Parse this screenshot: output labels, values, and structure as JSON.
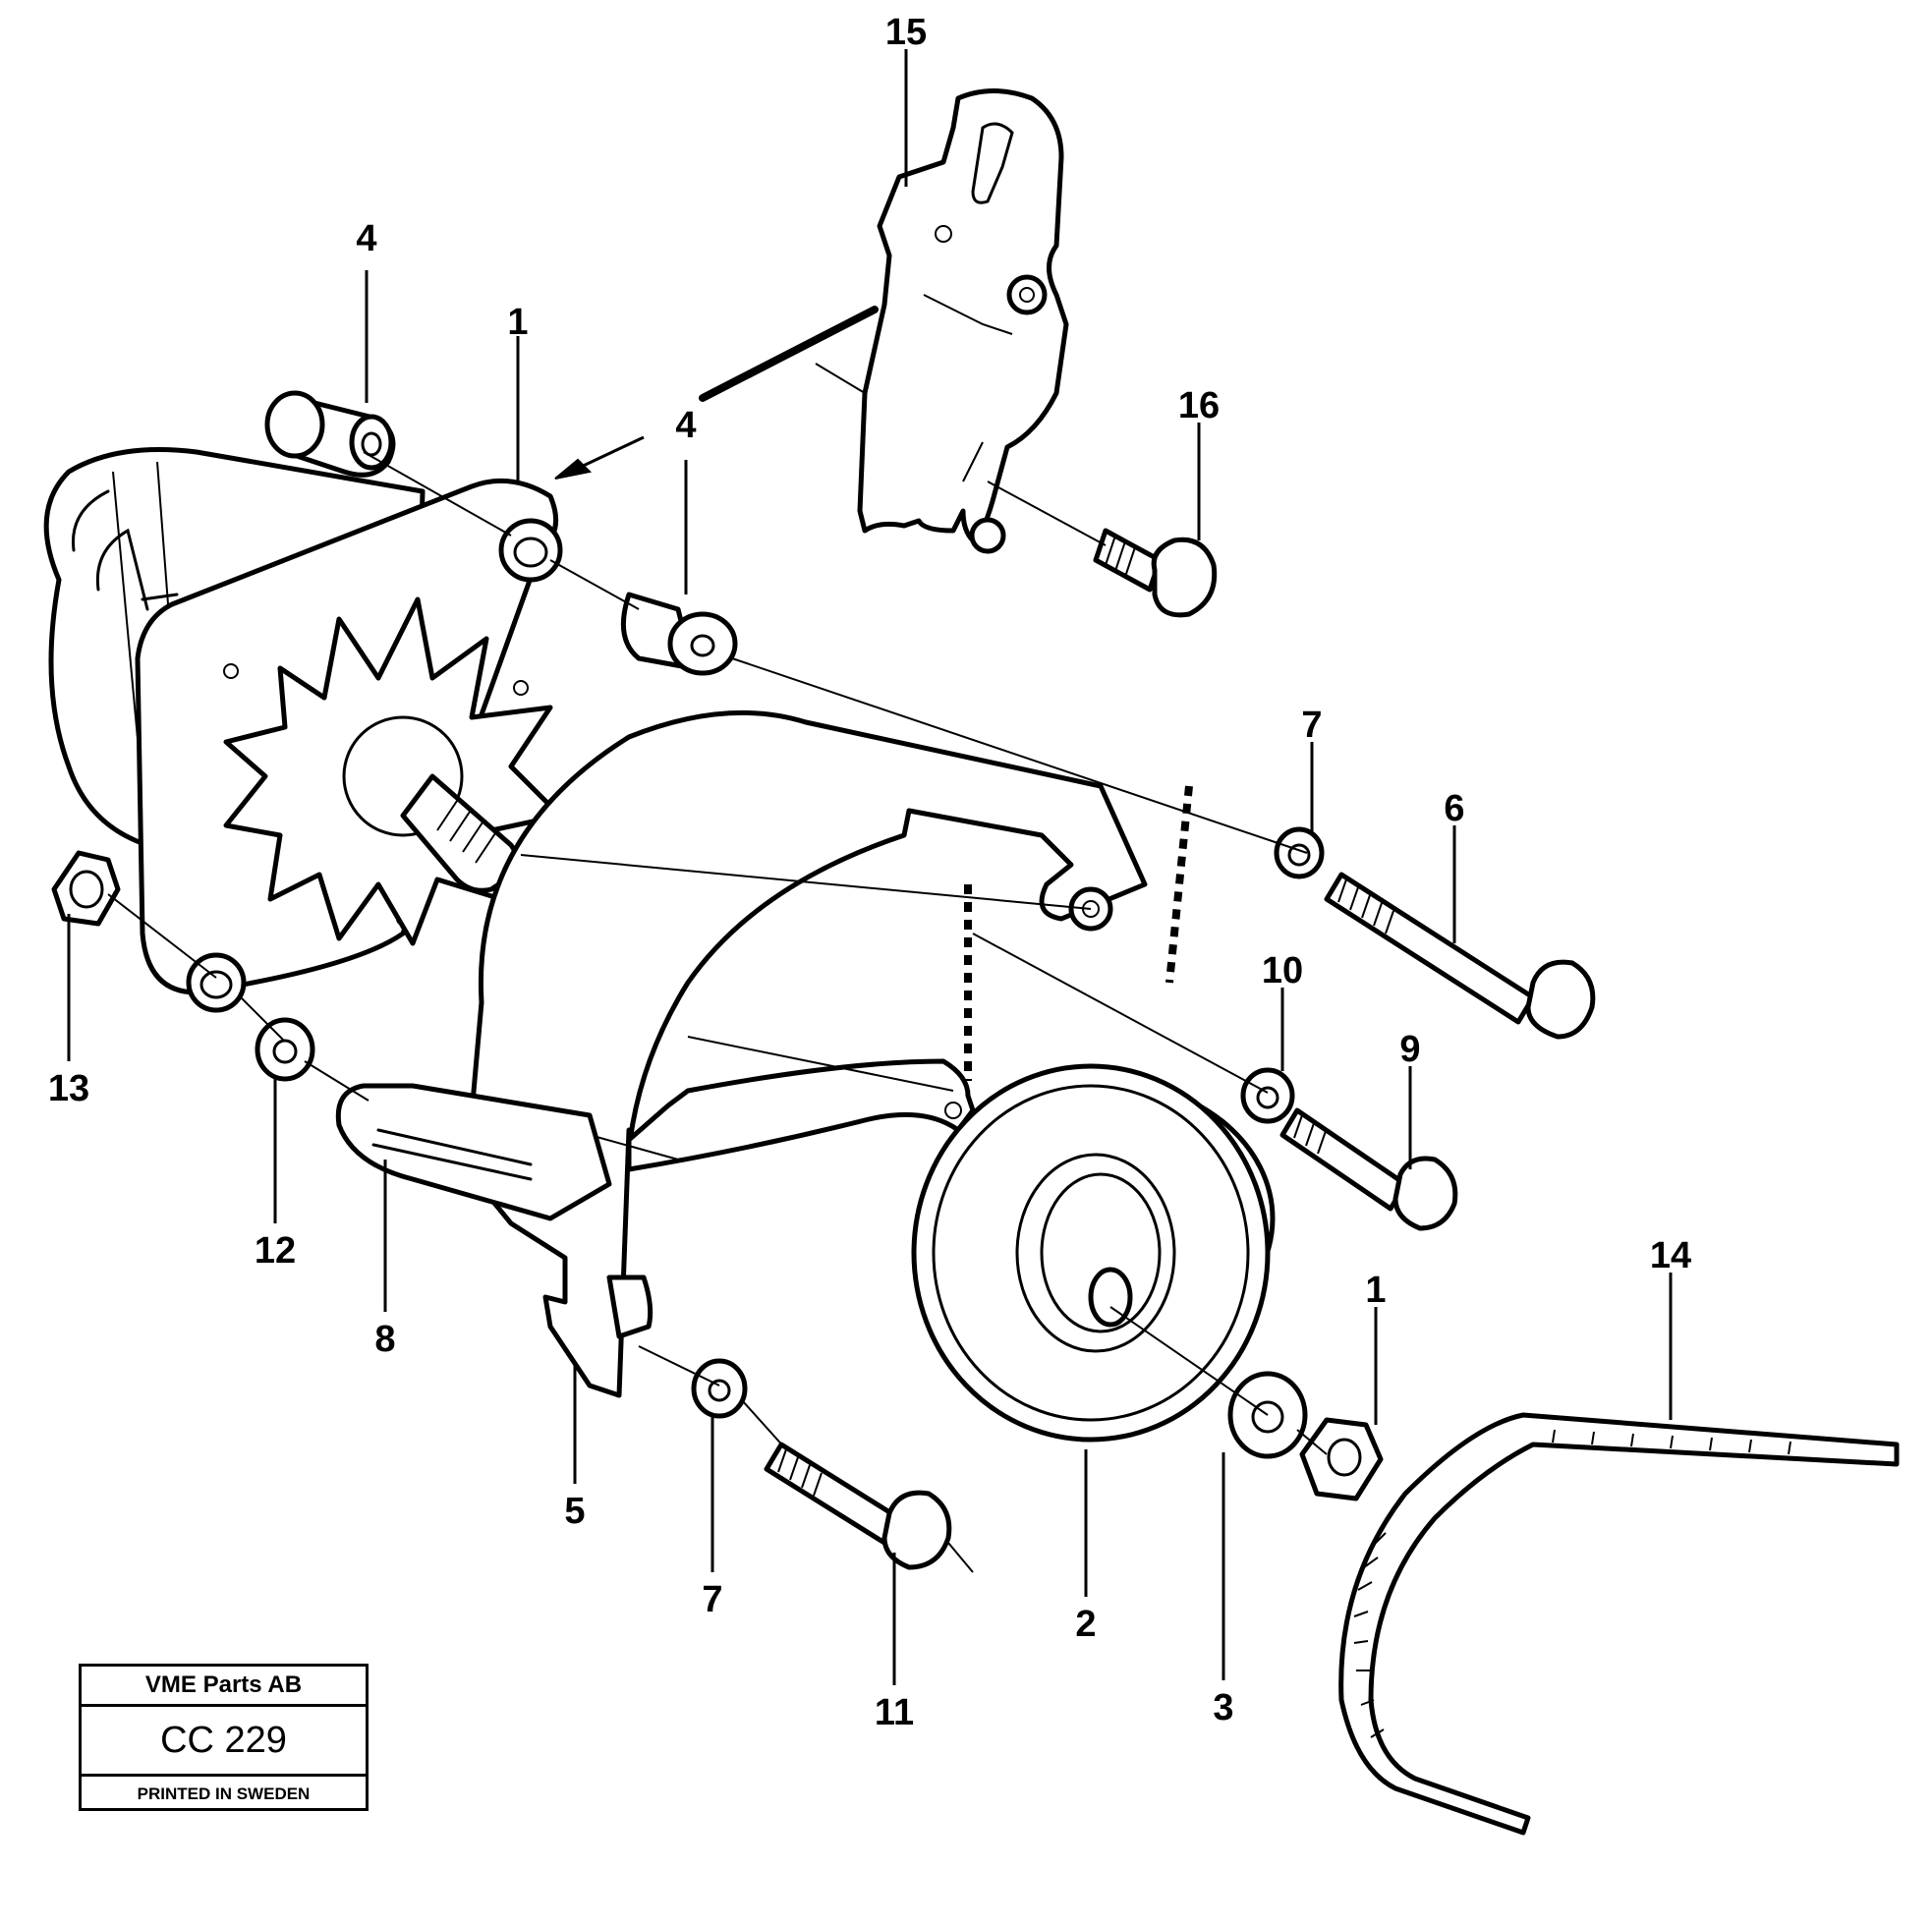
{
  "callouts": {
    "c15": "15",
    "c4a": "4",
    "c1a": "1",
    "c4b": "4",
    "c16": "16",
    "c7a": "7",
    "c6": "6",
    "c10": "10",
    "c9": "9",
    "c13": "13",
    "c12": "12",
    "c8": "8",
    "c5": "5",
    "c7b": "7",
    "c11": "11",
    "c2": "2",
    "c3": "3",
    "c1b": "1",
    "c14": "14"
  },
  "stamp": {
    "company": "VME Parts AB",
    "code": "CC 229",
    "printed": "PRINTED IN SWEDEN"
  }
}
